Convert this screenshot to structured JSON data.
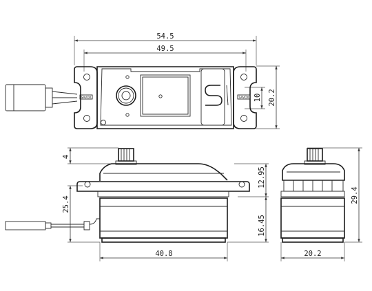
{
  "dimensions": {
    "overall_length": "54.5",
    "mount_hole_spacing": "49.5",
    "tab_height": "10",
    "body_width_top": "20.2",
    "spline_height": "4",
    "upper_body_height": "12.95",
    "mount_height": "25.4",
    "lower_body_height": "16.45",
    "body_length": "40.8",
    "total_height": "29.4",
    "body_width_side": "20.2"
  },
  "labels": {
    "tab_left": "SAVOX",
    "tab_right": "SAVOX"
  },
  "icons": {
    "brand_logo": "savox-s-logo"
  }
}
